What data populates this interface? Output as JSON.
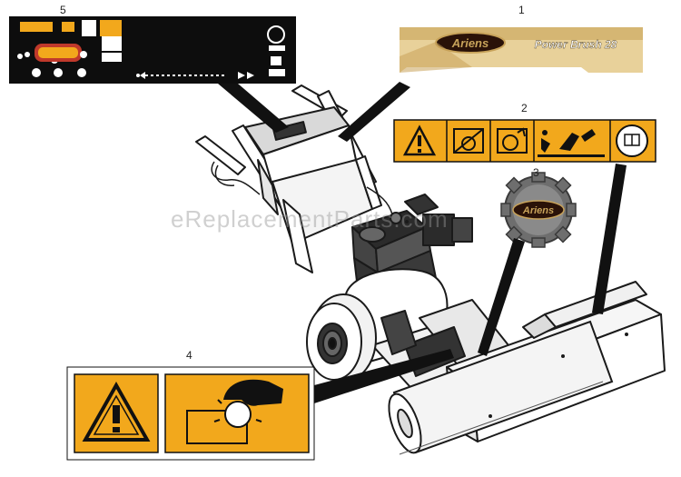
{
  "callouts": {
    "c1": "1",
    "c2": "2",
    "c3": "3",
    "c4": "4",
    "c5": "5"
  },
  "decal1": {
    "brand": "Ariens",
    "product": "Power Brush 28"
  },
  "decal3": {
    "brand": "Ariens"
  },
  "watermark": "eReplacementParts.com",
  "colors": {
    "warning_yellow": "#f2a81c",
    "gold": "#c8a35a",
    "black": "#111111",
    "line": "#1a1a1a"
  },
  "icons": {
    "warning_triangle": "exclamation-triangle-icon",
    "hand_entanglement": "hand-entanglement-icon",
    "manual": "read-manual-icon",
    "gear_badge": "gear-badge-icon"
  }
}
